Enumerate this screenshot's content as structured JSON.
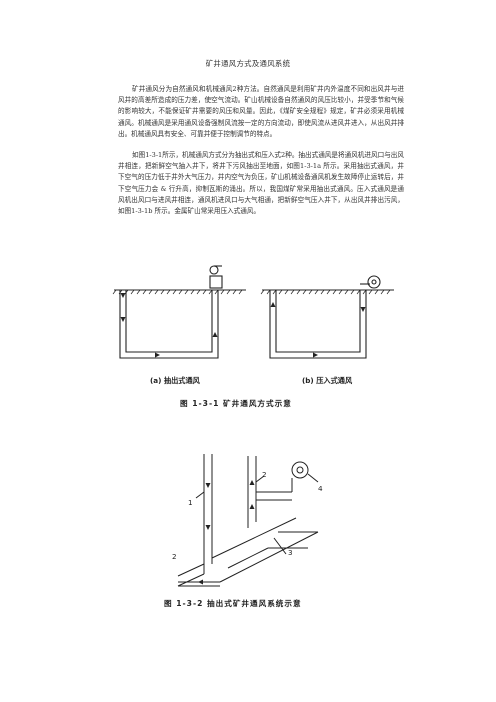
{
  "document": {
    "title": "矿井通风方式及通风系统",
    "paragraphs": [
      "矿井通风分为自然通风和机械通风2种方法。自然通风是利用矿井内外温度不同和出风井与进风井的高差所造成的压力差，使空气流动。矿山机械设备自然通风的风压比较小，并受季节和气候的影响较大，不能保证矿井需要的风压和风量。因此，《煤矿安全规程》规定，矿井必须采用机械通风。机械通风是采用通风设备强制风流按一定的方向流动，即使风流从进风井进入，从出风井排出。机械通风具有安全、可靠并便于控制调节的特点。",
      "如图1-3-1所示，机械通风方式分为抽出式和压入式2种。抽出式通风是将通风机进风口与出风井相连，把新鲜空气抽入井下，将井下污风抽出至地面，如图1-3-1a 所示。采用抽出式通风，井下空气的压力低于井外大气压力，井内空气为负压，矿山机械设备通风机发生故障停止运转后，井下空气压力会 & 行升高，抑制瓦斯的涌出。所以，我国煤矿常采用抽出式通风。压入式通风是通风机出风口与进风井相连，通风机进风口与大气相通，把新鲜空气压入井下，从出风井排出污风，如图1-3-1b 所示。金属矿山常采用压入式通风。"
    ]
  },
  "figure1": {
    "caption_a": "(a) 抽出式通风",
    "caption_b": "(b) 压入式通风",
    "caption": "图 1-3-1   矿井通风方式示意"
  },
  "figure2": {
    "labels": [
      "1",
      "2",
      "2",
      "3",
      "4"
    ],
    "caption": "图 1-3-2   抽出式矿井通风系统示意"
  },
  "colors": {
    "text": "#333333",
    "line": "#222222"
  }
}
